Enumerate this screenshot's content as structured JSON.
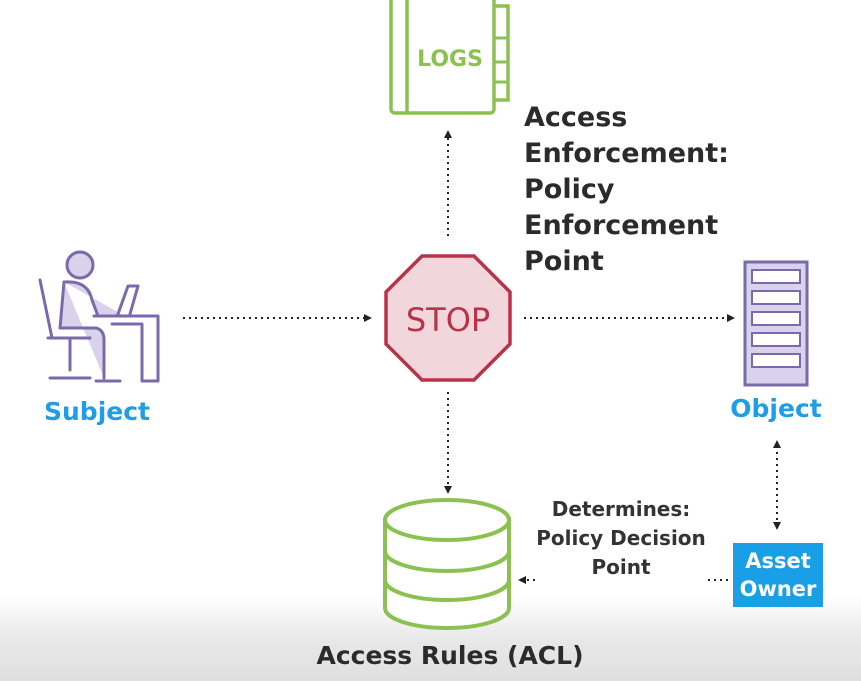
{
  "logs": {
    "label": "LOGS"
  },
  "pep": {
    "lines": [
      "Access",
      "Enforcement:",
      "Policy",
      "Enforcement",
      "Point"
    ]
  },
  "stop_sign": {
    "label": "STOP"
  },
  "subject": {
    "label": "Subject"
  },
  "object": {
    "label": "Object"
  },
  "pdp": {
    "lines": [
      "Determines:",
      "Policy Decision",
      "Point"
    ]
  },
  "asset_owner": {
    "lines": [
      "Asset",
      "Owner"
    ]
  },
  "acl": {
    "label": "Access Rules (ACL)"
  },
  "colors": {
    "green": "#8cc152",
    "purple": "#7a6aaa",
    "purple_fill": "#d9d2ec",
    "stop_red": "#b8334a",
    "stop_fill": "#f1d6db",
    "blue": "#1f9de6",
    "dark_text": "#2b2b2b"
  },
  "icons": {
    "logs": "logbook-icon",
    "subject": "person-at-desk-icon",
    "object": "server-rack-icon",
    "stop": "stop-sign-icon",
    "acl": "database-icon"
  }
}
